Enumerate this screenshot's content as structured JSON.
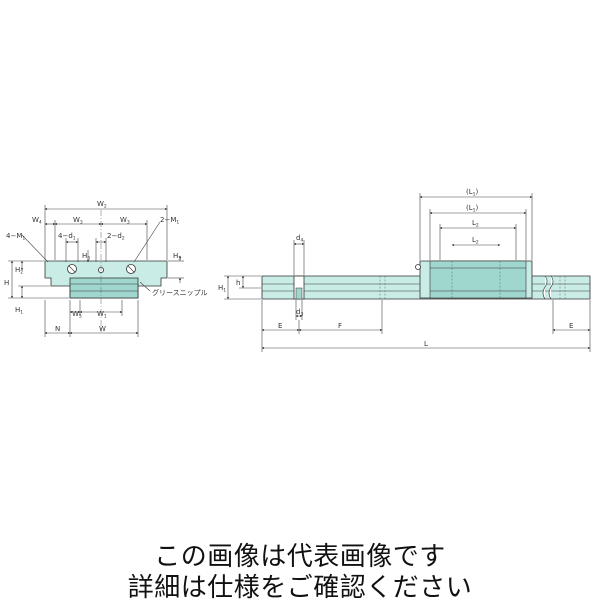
{
  "caption": {
    "line1": "この画像は代表画像です",
    "line2": "詳細は仕様をご確認ください"
  },
  "colors": {
    "fill": "#c9ece6",
    "fill_dark": "#9fd6cd",
    "line": "#333333",
    "dim": "#444444"
  },
  "left_view": {
    "labels": {
      "W2": "W",
      "W2_sub": "2",
      "W4": "W",
      "W4_sub": "4",
      "W3a": "W",
      "W3a_sub": "3",
      "W3b": "W",
      "W3b_sub": "3",
      "M1_pre": "2−M",
      "M1_sub": "1",
      "M_pre": "4−M",
      "M_sub": "1",
      "d_pre": "4−d",
      "d_sub": "1",
      "d2_pre": "2−d",
      "d2_sub": "2",
      "H2": "H",
      "H2_sub": "2",
      "H3": "H",
      "H3_sub": "3",
      "H": "H",
      "H1": "H",
      "H1_sub": "1",
      "H4": "H",
      "H4_sub": "1",
      "grease": "グリースニップル",
      "W5": "W",
      "W5_sub": "5",
      "W1": "W",
      "W1_sub": "1",
      "N": "N",
      "W": "W"
    }
  },
  "right_view": {
    "labels": {
      "L1_paren": "(L",
      "L1_sub": "1",
      "paren_close": ")",
      "L_paren2": "(L",
      "L_sub2": "1",
      "L3": "L",
      "L3_sub": "2",
      "L2": "L",
      "L2_sub": "2",
      "d3": "d",
      "d3_sub": "3",
      "d4": "d",
      "d4_sub": "4",
      "H1r": "H",
      "H1r_sub": "1",
      "h": "h",
      "E_left": "E",
      "F": "F",
      "E_right": "E",
      "L": "L"
    }
  }
}
